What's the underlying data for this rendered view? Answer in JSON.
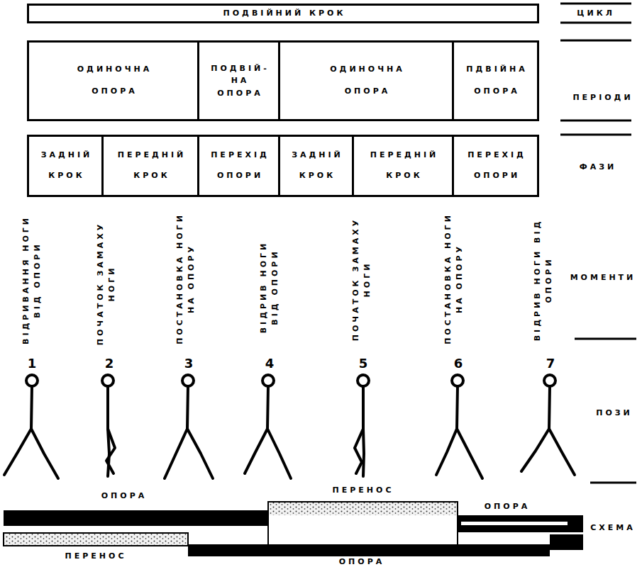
{
  "diagram": {
    "nodes": [
      {
        "text": [
          "ПОДВІЙНИЙ КРОК"
        ]
      },
      {
        "text": [
          "ОДИНОЧНА ОПОРА"
        ]
      },
      {
        "text": [
          "ПОДВІЙ- НА ОПОРА"
        ]
      },
      {
        "text": [
          "ОДИНОЧНА ОПОРА"
        ]
      },
      {
        "text": [
          "ПДВІЙНА ОПОРА"
        ]
      },
      {
        "text": [
          "ЗАДНІЙ КРОК"
        ]
      },
      {
        "text": [
          "ПЕРЕДНІЙ КРОК"
        ]
      },
      {
        "text": [
          "ПЕРЕХІД ОПОРИ"
        ]
      },
      {
        "text": [
          "ЗАДНІЙ КРОК"
        ]
      },
      {
        "text": [
          "ПЕРЕДНІЙ КРОК"
        ]
      },
      {
        "text": [
          "ПЕРЕХІД ОПОРИ"
        ]
      }
    ],
    "labels": [
      "ЦИКЛ",
      "ПЕРІОДИ",
      "ФАЗИ",
      "ВІДРИВАННЯ НОГИ ВІД ОПОРИ",
      "ПОЧАТОК ЗАМАХУ НОГИ",
      "ПОСТАНОВКА НОГИ НА ОПОРУ",
      "ВІДРИВ НОГИ ВІД ОПОРИ",
      "ПОЧАТОК ЗАМАХУ НОГИ",
      "ПОСТАНОВКА НОГИ НА ОПОРУ",
      "ВІДРИВ НОГИ ВІД ОПОРИ",
      "МОМЕНТИ",
      "1",
      "2",
      "3",
      "4",
      "5",
      "6",
      "7",
      "ПОЗИ",
      "ОПОРА",
      "ПЕРЕНОС",
      "ОПОРА",
      "СХЕМА",
      "ПЕРЕНОС",
      "ОПОРА"
    ]
  }
}
